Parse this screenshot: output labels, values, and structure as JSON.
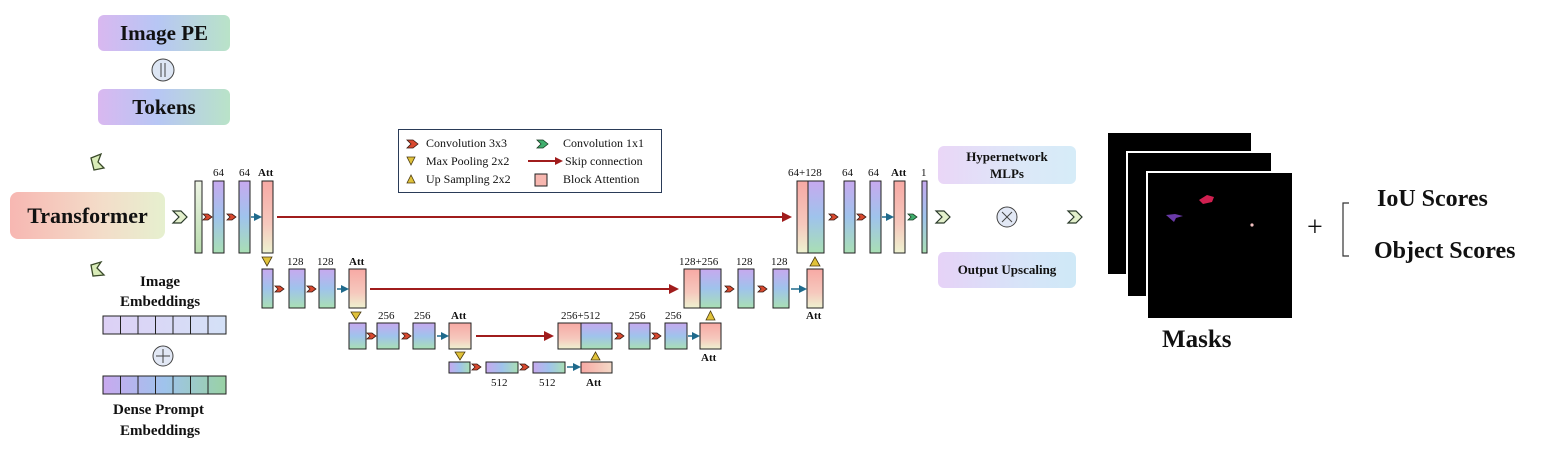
{
  "left": {
    "image_pe": "Image PE",
    "tokens": "Tokens",
    "transformer": "Transformer",
    "image_embeddings": [
      "Image",
      "Embeddings"
    ],
    "dense_prompt_embeddings": [
      "Dense Prompt",
      "Embeddings"
    ]
  },
  "legend": {
    "conv3": "Convolution  3x3",
    "conv1": "Convolution 1x1",
    "maxpool": "Max Pooling 2x2",
    "skip": "Skip connection",
    "upsample": "Up Sampling 2x2",
    "block_attn": "Block Attention"
  },
  "unet": {
    "enc1": [
      "64",
      "64",
      "Att"
    ],
    "enc2": [
      "128",
      "128",
      "Att"
    ],
    "enc3": [
      "256",
      "256",
      "Att"
    ],
    "bottleneck": [
      "512",
      "512",
      "Att"
    ],
    "dec3": [
      "256+512",
      "256",
      "256",
      "Att"
    ],
    "dec2": [
      "128+256",
      "128",
      "128",
      "Att"
    ],
    "dec1": [
      "64+128",
      "64",
      "64",
      "Att",
      "1"
    ]
  },
  "right": {
    "hypernetwork": [
      "Hypernetwork",
      "MLPs"
    ],
    "output_upscaling": "Output Upscaling",
    "masks": "Masks",
    "plus": "+",
    "iou_scores": "IoU Scores",
    "object_scores": "Object Scores"
  },
  "colors": {
    "skip_arrow": "#a01c1c",
    "conv3_chevron": "#c9412b",
    "conv1_chevron": "#3aa86a",
    "flow_arrow": "#1f6a8c",
    "pool_chevron": "#d8b82a",
    "legend_border": "#2a3b58"
  }
}
